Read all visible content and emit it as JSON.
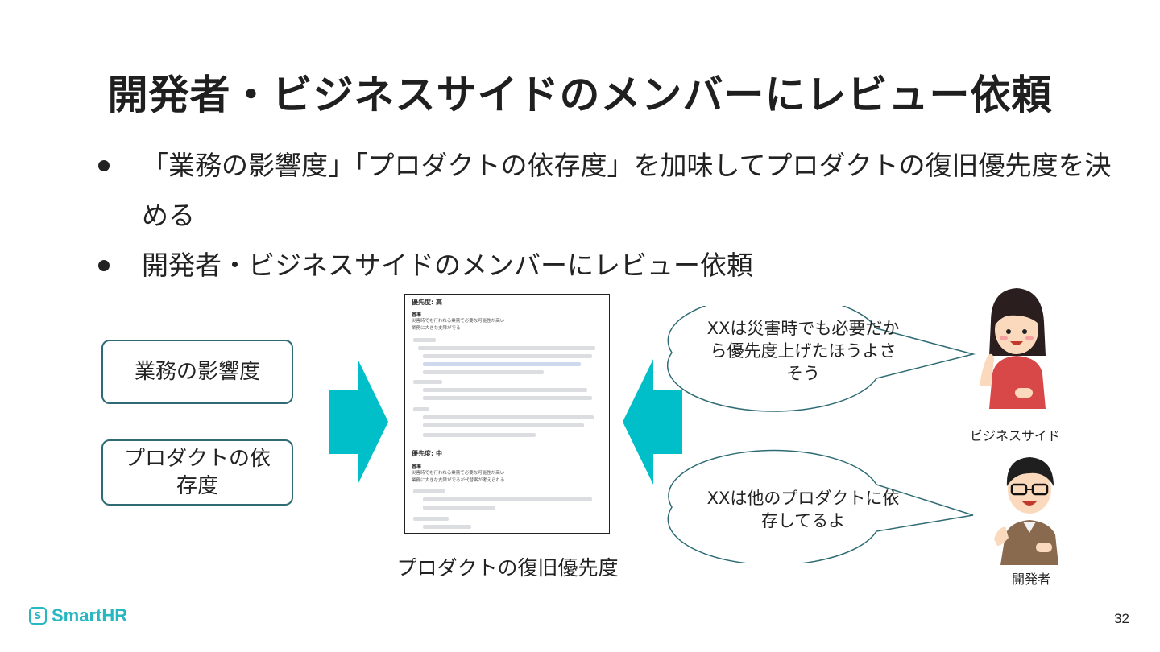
{
  "slide": {
    "title": "開発者・ビジネスサイドのメンバーにレビュー依頼",
    "bullets": [
      "「業務の影響度」「プロダクトの依存度」を加味してプロダクトの復旧優先度を決める",
      "開発者・ビジネスサイドのメンバーにレビュー依頼"
    ],
    "page_number": "32"
  },
  "diagram": {
    "inputs": [
      "業務の影響度",
      "プロダクトの依存度"
    ],
    "document": {
      "caption": "プロダクトの復旧優先度",
      "section_high": "優先度: 高",
      "section_mid": "優先度: 中",
      "criteria_label": "基準",
      "high_lines": [
        "災害時でも行われる業務で必要な可能性が高い",
        "業務に大きな支障がでる"
      ],
      "mid_lines": [
        "災害時でも行われる業務で必要な可能性が高い",
        "業務に大きな支障がでるが代替案が考えられる"
      ]
    },
    "speech": [
      {
        "text": "XXは災害時でも必要だから優先度上げたほうよさそう",
        "speaker": "ビジネスサイド"
      },
      {
        "text": "XXは他のプロダクトに依存してるよ",
        "speaker": "開発者"
      }
    ]
  },
  "brand": {
    "logo_icon": "S",
    "logo_text": "SmartHR",
    "accent_color": "#27b7c1",
    "arrow_color": "#00bfc8",
    "border_color": "#2e6b74"
  }
}
